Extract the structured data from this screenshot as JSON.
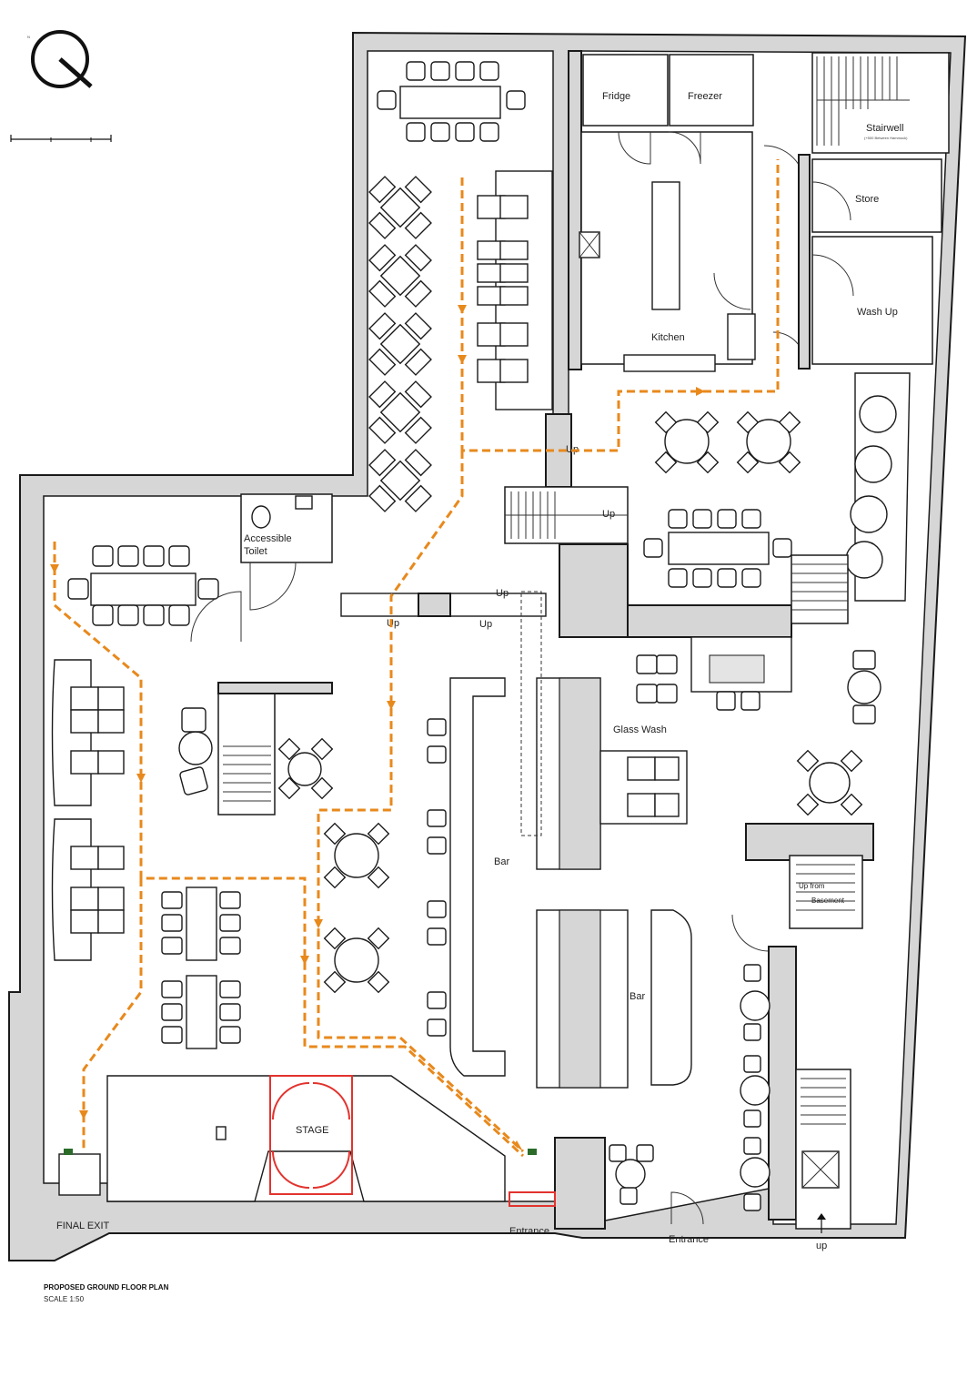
{
  "colors": {
    "wall_fill": "#d6d6d6",
    "escape_route": "#e8891c",
    "fire_door": "#e2332e",
    "line": "#1a1a1a"
  },
  "icons": [
    "north-arrow-icon",
    "scale-bar-icon",
    "up-arrow-icon"
  ],
  "rooms": {
    "fridge": "Fridge",
    "freezer": "Freezer",
    "stairwell": "Stairwell",
    "stairwell_note": "(+500 Between Hammock)",
    "store": "Store",
    "wash_up": "Wash Up",
    "kitchen": "Kitchen",
    "accessible_toilet_line1": "Accessible",
    "accessible_toilet_line2": "Toilet",
    "glass_wash": "Glass Wash",
    "bar_main": "Bar",
    "bar_secondary": "Bar",
    "stage": "STAGE",
    "final_exit": "FINAL EXIT",
    "entrance_left": "Entrance",
    "entrance_right": "Entrance",
    "up_from_basement_line1": "Up from",
    "up_from_basement_line2": "Basement"
  },
  "level_changes": {
    "up_1": "Up",
    "up_2": "Up",
    "up_3": "Up",
    "up_4": "Up",
    "up_5": "Up",
    "up_bottom": "up"
  },
  "title": {
    "heading": "PROPOSED GROUND FLOOR PLAN",
    "scale": "SCALE 1:50"
  }
}
